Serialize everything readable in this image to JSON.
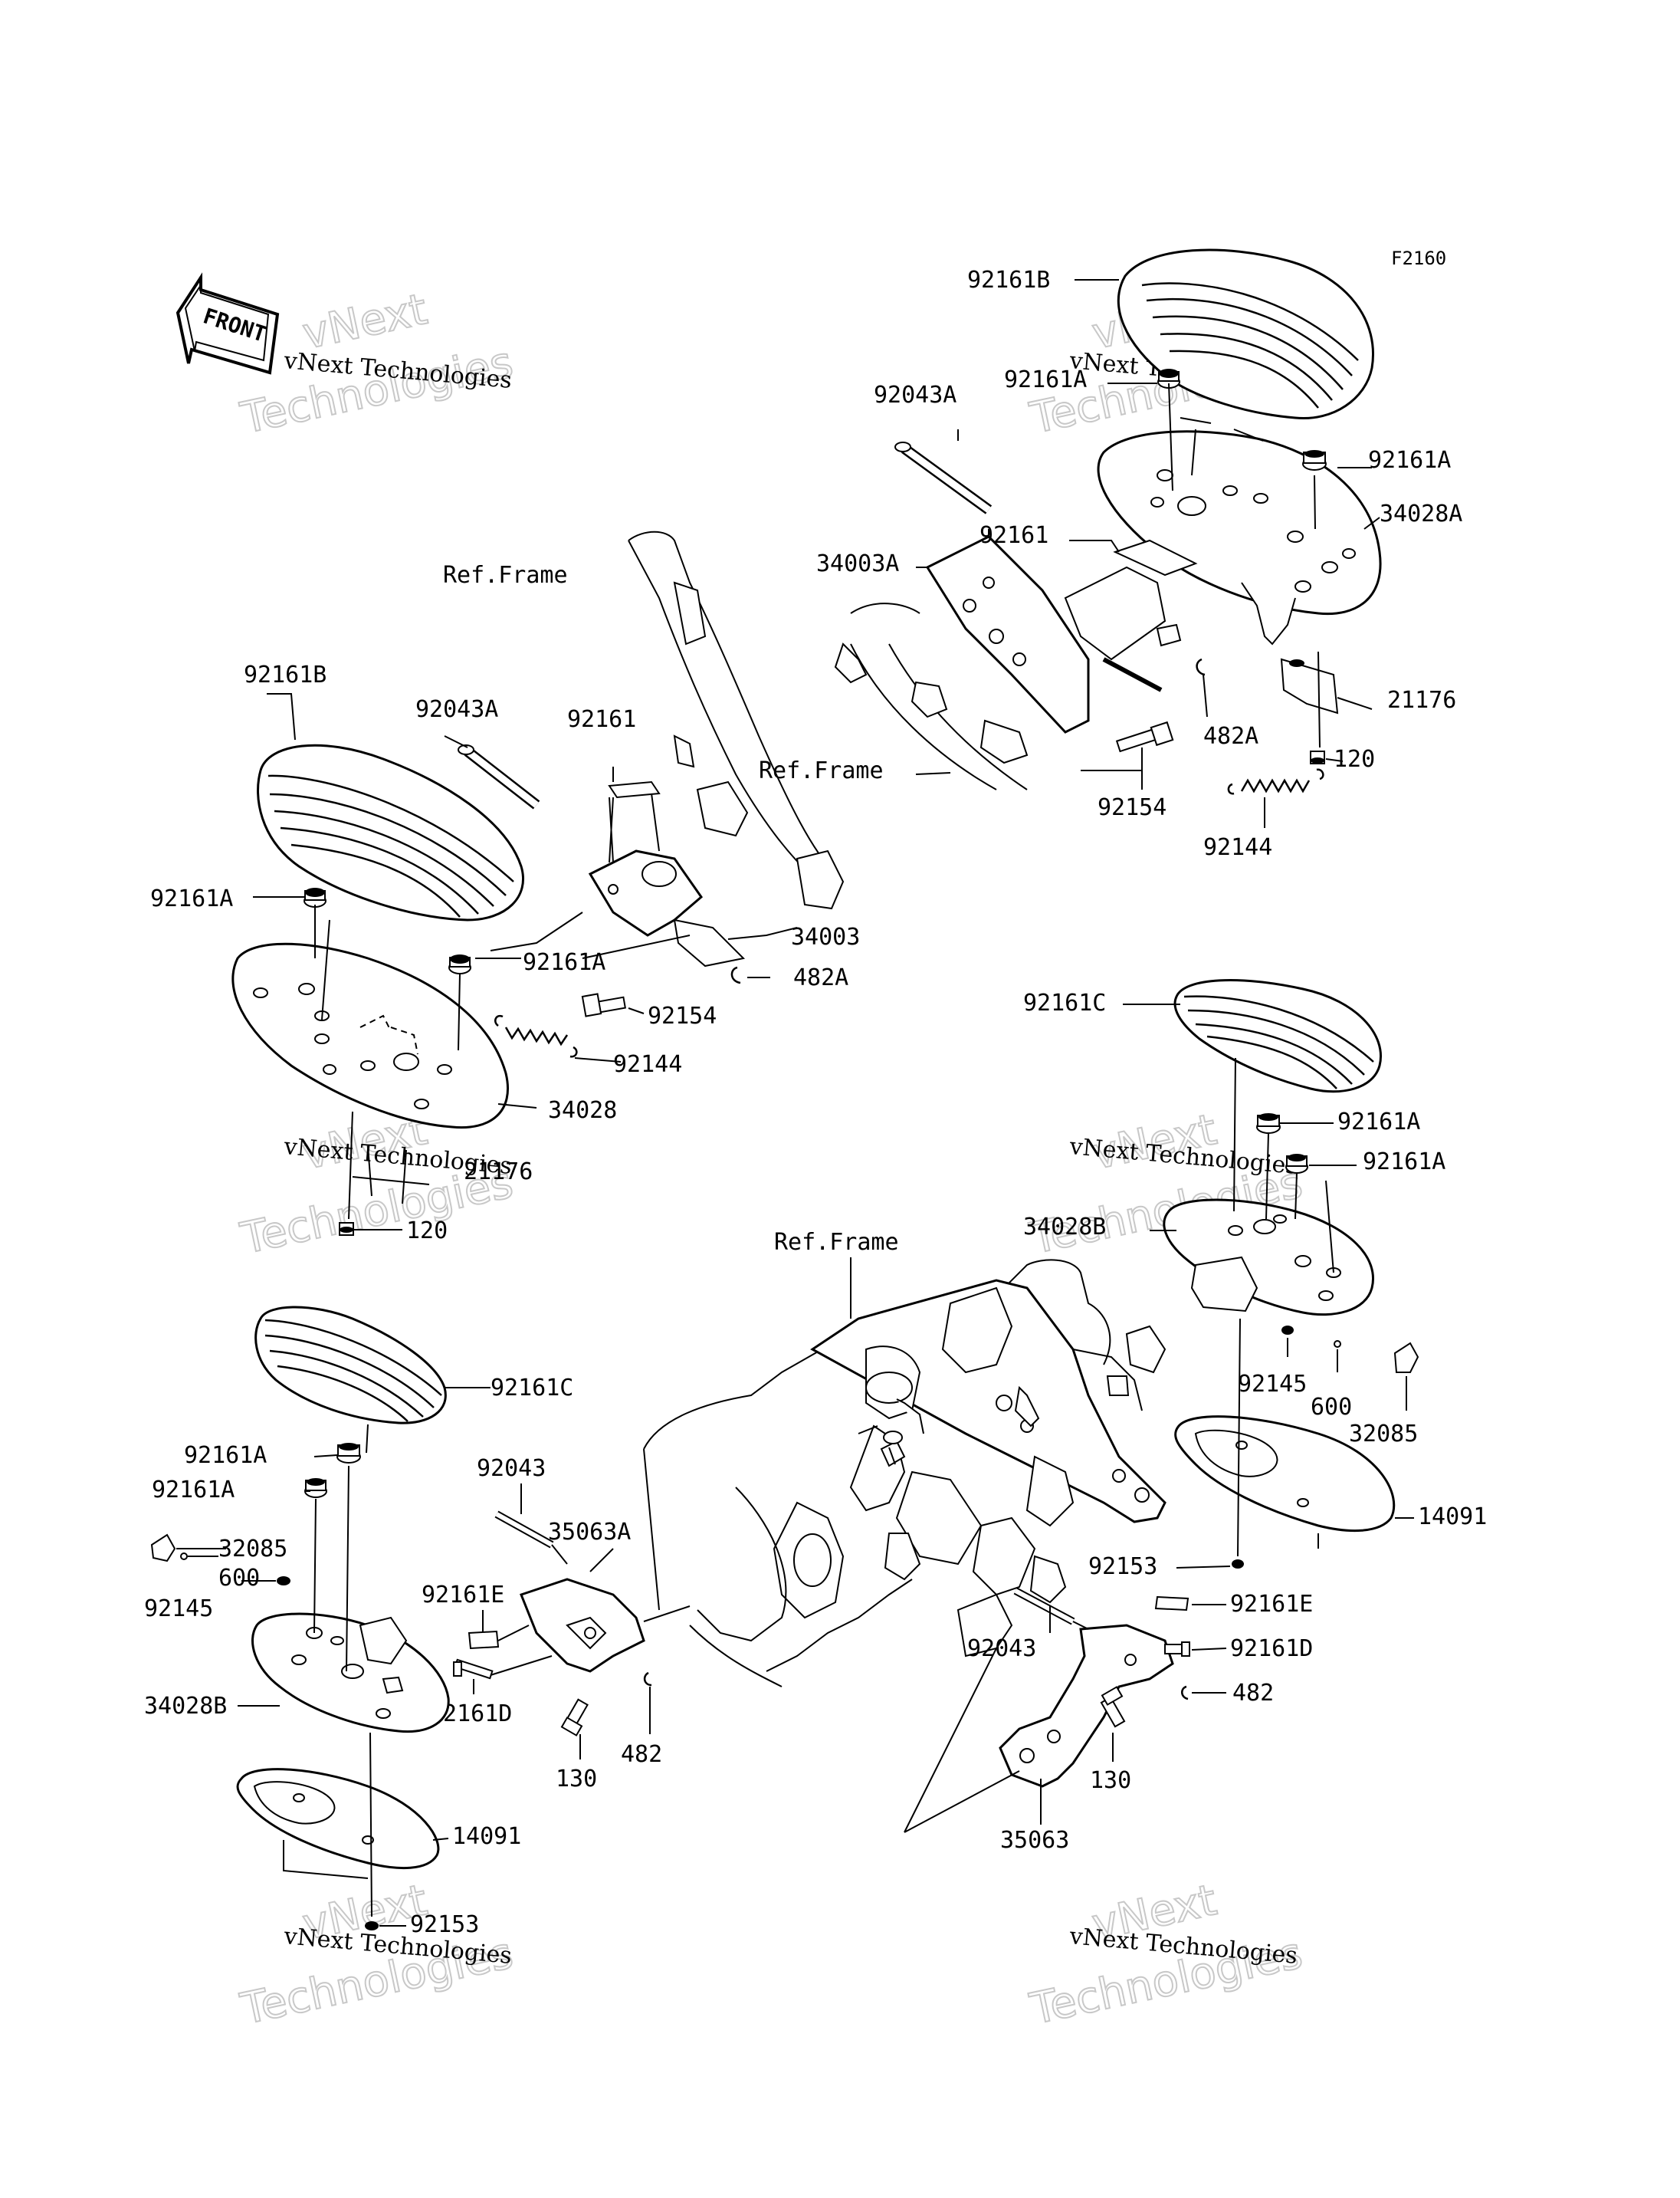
{
  "figure_code": "F2160",
  "front_arrow_label": "FRONT",
  "watermarks": {
    "text_small": "vNext Technologies",
    "text_big_top": "vNext",
    "text_big_bottom": "Technologies"
  },
  "labels": {
    "fig_top_right": {
      "p92161B": "92161B",
      "p92161A_top": "92161A",
      "p92043A": "92043A",
      "p92161A_right": "92161A",
      "p34028A": "34028A",
      "p92161": "92161",
      "p34003A": "34003A",
      "p21176": "21176",
      "p482A": "482A",
      "p120": "120",
      "ref_frame": "Ref.Frame",
      "p92154": "92154",
      "p92144": "92144"
    },
    "fig_top_left": {
      "ref_frame": "Ref.Frame",
      "p92161B": "92161B",
      "p92043A": "92043A",
      "p92161": "92161",
      "p92161A_left": "92161A",
      "p34003": "34003",
      "p92161A_mid": "92161A",
      "p482A": "482A",
      "p92154": "92154",
      "p92144": "92144",
      "p34028": "34028",
      "p21176": "21176",
      "p120": "120"
    },
    "fig_mid_right": {
      "p92161C": "92161C",
      "p92161A_a": "92161A",
      "p92161A_b": "92161A",
      "p34028B": "34028B",
      "p92145": "92145",
      "p600": "600",
      "p32085": "32085",
      "p14091": "14091",
      "p92153": "92153"
    },
    "fig_center": {
      "ref_frame": "Ref.Frame",
      "p92043_left": "92043",
      "p35063A": "35063A",
      "p92161E_left": "92161E",
      "p92161D_left": "92161D",
      "p130_left": "130",
      "p482_left": "482",
      "p92043_right": "92043",
      "p92161E_right": "92161E",
      "p92161D_right": "92161D",
      "p482_right": "482",
      "p130_right": "130",
      "p35063": "35063"
    },
    "fig_bottom_left": {
      "p92161C": "92161C",
      "p92161A_a": "92161A",
      "p92161A_b": "92161A",
      "p32085": "32085",
      "p600": "600",
      "p92145": "92145",
      "p34028B": "34028B",
      "p14091": "14091",
      "p92153": "92153"
    }
  }
}
